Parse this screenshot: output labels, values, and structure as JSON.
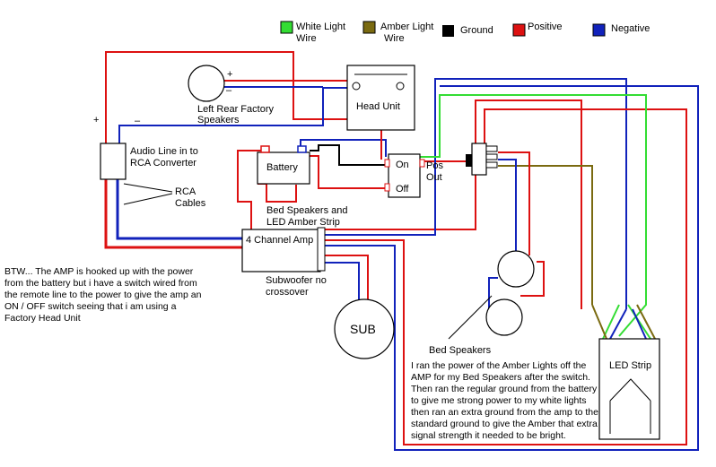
{
  "legend": {
    "white_light_1": "White Light",
    "white_light_2": "Wire",
    "amber_light_1": "Amber Light",
    "amber_light_2": "Wire",
    "ground": "Ground",
    "positive": "Positive",
    "negative": "Negative",
    "colors": {
      "white": "#33dd33",
      "amber": "#7a6a10",
      "ground": "#000000",
      "positive": "#dd1111",
      "negative": "#1122bb"
    }
  },
  "components": {
    "speaker_label_1": "Left Rear Factory",
    "speaker_label_2": "Speakers",
    "plus": "+",
    "minus": "–",
    "head_unit": "Head Unit",
    "audio_conv_1": "Audio Line in to",
    "audio_conv_2": "RCA Converter",
    "battery": "Battery",
    "on": "On",
    "off": "Off",
    "pos_out_1": "Pos",
    "pos_out_2": "Out",
    "rca_1": "RCA",
    "rca_2": "Cables",
    "bed_amber_1": "Bed Speakers and",
    "bed_amber_2": "LED Amber Strip",
    "amp": "4 Channel Amp",
    "sub_1": "Subwoofer no",
    "sub_2": "crossover",
    "sub": "SUB",
    "bed_speakers": "Bed Speakers",
    "led_strip": "LED Strip"
  },
  "notes": {
    "btw": [
      "BTW... The AMP is hooked up with the power",
      "from the battery but i have a switch wired from",
      "the remote line to the power to give the amp an",
      "ON / OFF switch seeing that i am using a",
      "Factory Head Unit"
    ],
    "amber": [
      "I ran the power of the Amber Lights off the",
      "AMP for my Bed Speakers after the switch.",
      "Then ran the regular ground from the battery",
      "to give me strong power to my white lights",
      "then ran an extra ground from the amp to the",
      "standard ground to give the Amber that extra",
      "signal strength it needed to be bright."
    ]
  }
}
